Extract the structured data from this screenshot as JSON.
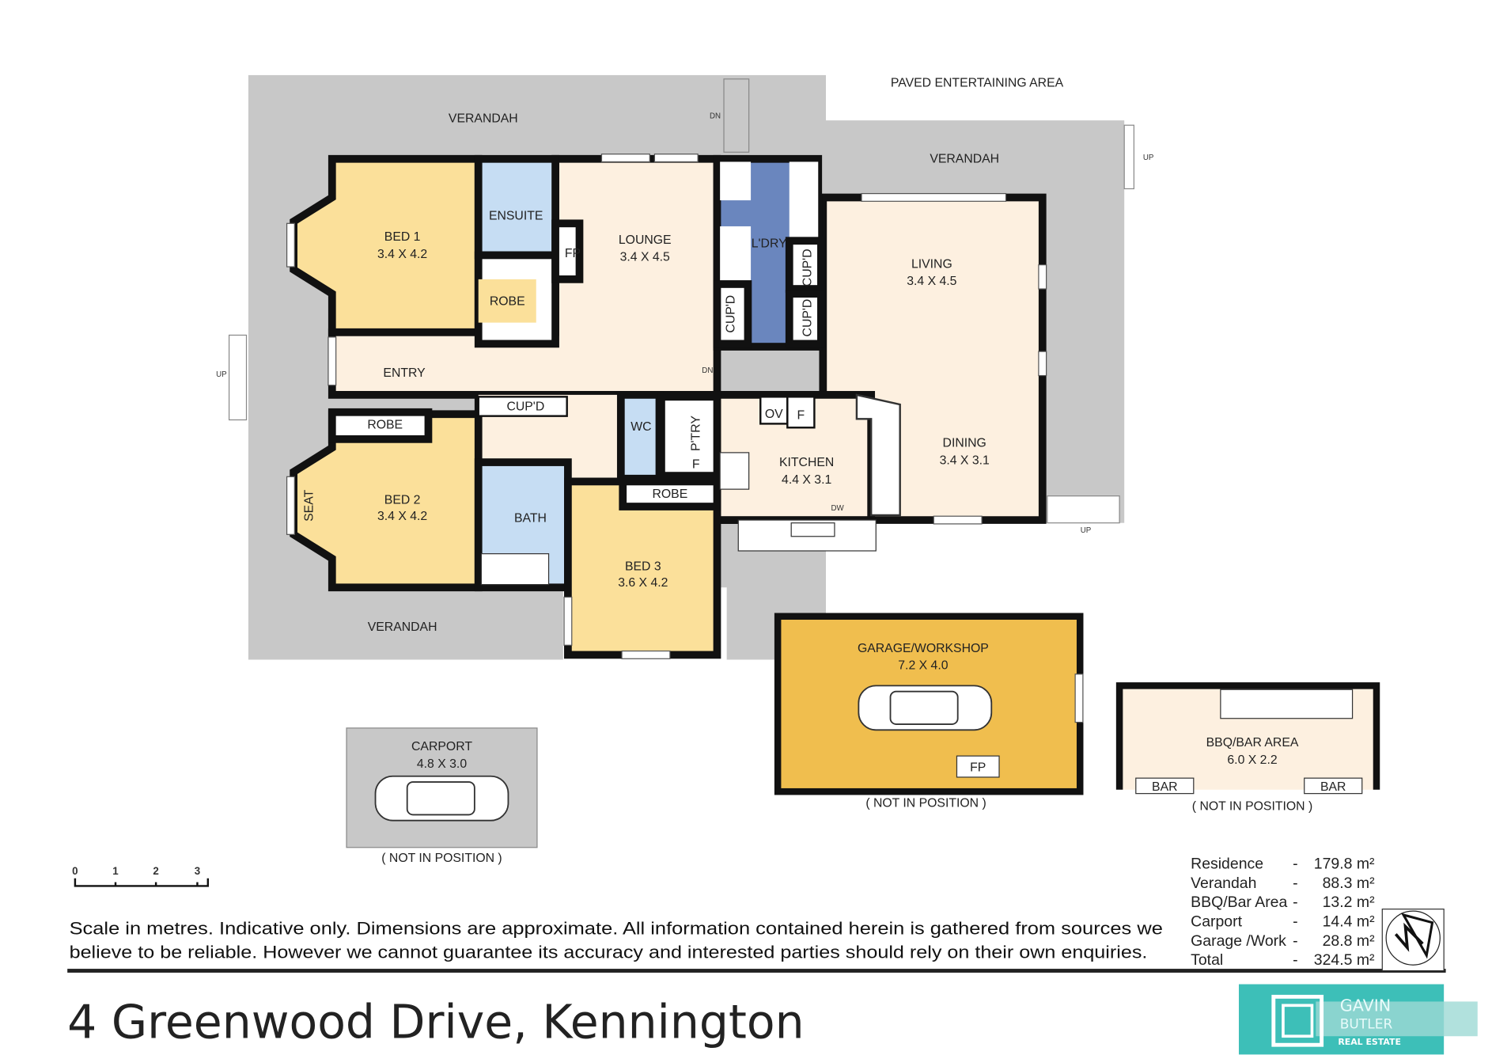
{
  "labels": {
    "paved_area": "PAVED ENTERTAINING AREA",
    "verandah_top": "VERANDAH",
    "verandah_right": "VERANDAH",
    "verandah_bottom": "VERANDAH",
    "dn": "DN",
    "up": "UP",
    "not_in_position": "( NOT IN POSITION )"
  },
  "rooms": {
    "bed1": {
      "name": "BED 1",
      "dims": "3.4 X 4.2"
    },
    "ensuite": {
      "name": "ENSUITE"
    },
    "fp": {
      "name": "FP"
    },
    "lounge": {
      "name": "LOUNGE",
      "dims": "3.4 X 4.5"
    },
    "ldry": {
      "name": "L'DRY"
    },
    "cupd": {
      "name": "CUP'D"
    },
    "robe": {
      "name": "ROBE"
    },
    "entry": {
      "name": "ENTRY"
    },
    "living": {
      "name": "LIVING",
      "dims": "3.4 X 4.5"
    },
    "dining": {
      "name": "DINING",
      "dims": "3.4 X 3.1"
    },
    "kitchen": {
      "name": "KITCHEN",
      "dims": "4.4 X 3.1"
    },
    "wc": {
      "name": "WC"
    },
    "ptry": {
      "name": "P'TRY"
    },
    "f": {
      "name": "F"
    },
    "ov": {
      "name": "OV"
    },
    "dw": {
      "name": "DW"
    },
    "bed2": {
      "name": "BED 2",
      "dims": "3.4 X 4.2"
    },
    "seat": {
      "name": "SEAT"
    },
    "bath": {
      "name": "BATH"
    },
    "bed3": {
      "name": "BED 3",
      "dims": "3.6 X 4.2"
    },
    "garage": {
      "name": "GARAGE/WORKSHOP",
      "dims": "7.2 X 4.0"
    },
    "carport": {
      "name": "CARPORT",
      "dims": "4.8 X 3.0"
    },
    "bbq": {
      "name": "BBQ/BAR AREA",
      "dims": "6.0 X 2.2"
    },
    "bar": {
      "name": "BAR"
    }
  },
  "scale": {
    "ticks": [
      "0",
      "1",
      "2",
      "3"
    ]
  },
  "disclaimer": {
    "line1": "Scale in metres. Indicative only.  Dimensions are approximate.  All information contained herein is gathered from sources we",
    "line2": "believe to be reliable. However we cannot guarantee its accuracy and interested parties should rely on their own enquiries."
  },
  "title": "4 Greenwood Drive, Kennington",
  "areas": [
    {
      "label": "Residence",
      "value": "179.8 m²"
    },
    {
      "label": "Verandah",
      "value": "88.3 m²"
    },
    {
      "label": "BBQ/Bar Area",
      "value": "13.2 m²"
    },
    {
      "label": "Carport",
      "value": "14.4 m²"
    },
    {
      "label": "Garage /Work",
      "value": "28.8 m²"
    },
    {
      "label": "Total",
      "value": "324.5 m²"
    }
  ],
  "logo": {
    "line1": "GAVIN",
    "line2": "BUTLER",
    "line3": "REAL ESTATE"
  },
  "colors": {
    "bed": "#FBE09A",
    "wet": "#C6DDF3",
    "living": "#FDF0E0",
    "laundry": "#6A86BE",
    "verandah": "#C8C8C8",
    "garage": "#F0BE4E",
    "logo": "#3DBFB8"
  }
}
